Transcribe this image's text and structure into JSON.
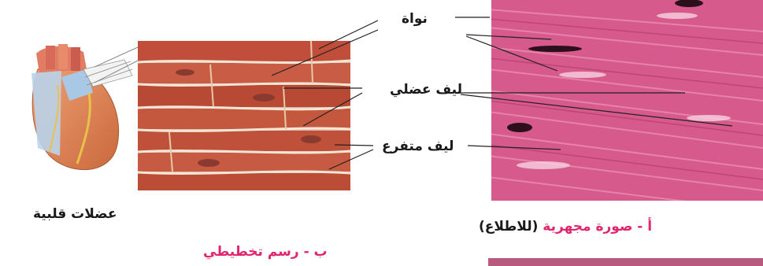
{
  "labels": {
    "nucleus": "نواة",
    "muscle_fiber": "ليف عضلي",
    "branched_fiber": "ليف متفرع",
    "cardiac_muscles": "عضلات قلبية"
  },
  "captions": {
    "micrograph_prefix": "أ - صورة مجهرية",
    "micrograph_note": "(للاطلاع)",
    "schematic": "ب - رسم تخطيطي"
  },
  "colors": {
    "caption_pink": "#e0266f",
    "micrograph_base": "#d65a8c",
    "schematic_fiber": "#c8553e"
  },
  "icons": {
    "heart": "heart-icon"
  }
}
